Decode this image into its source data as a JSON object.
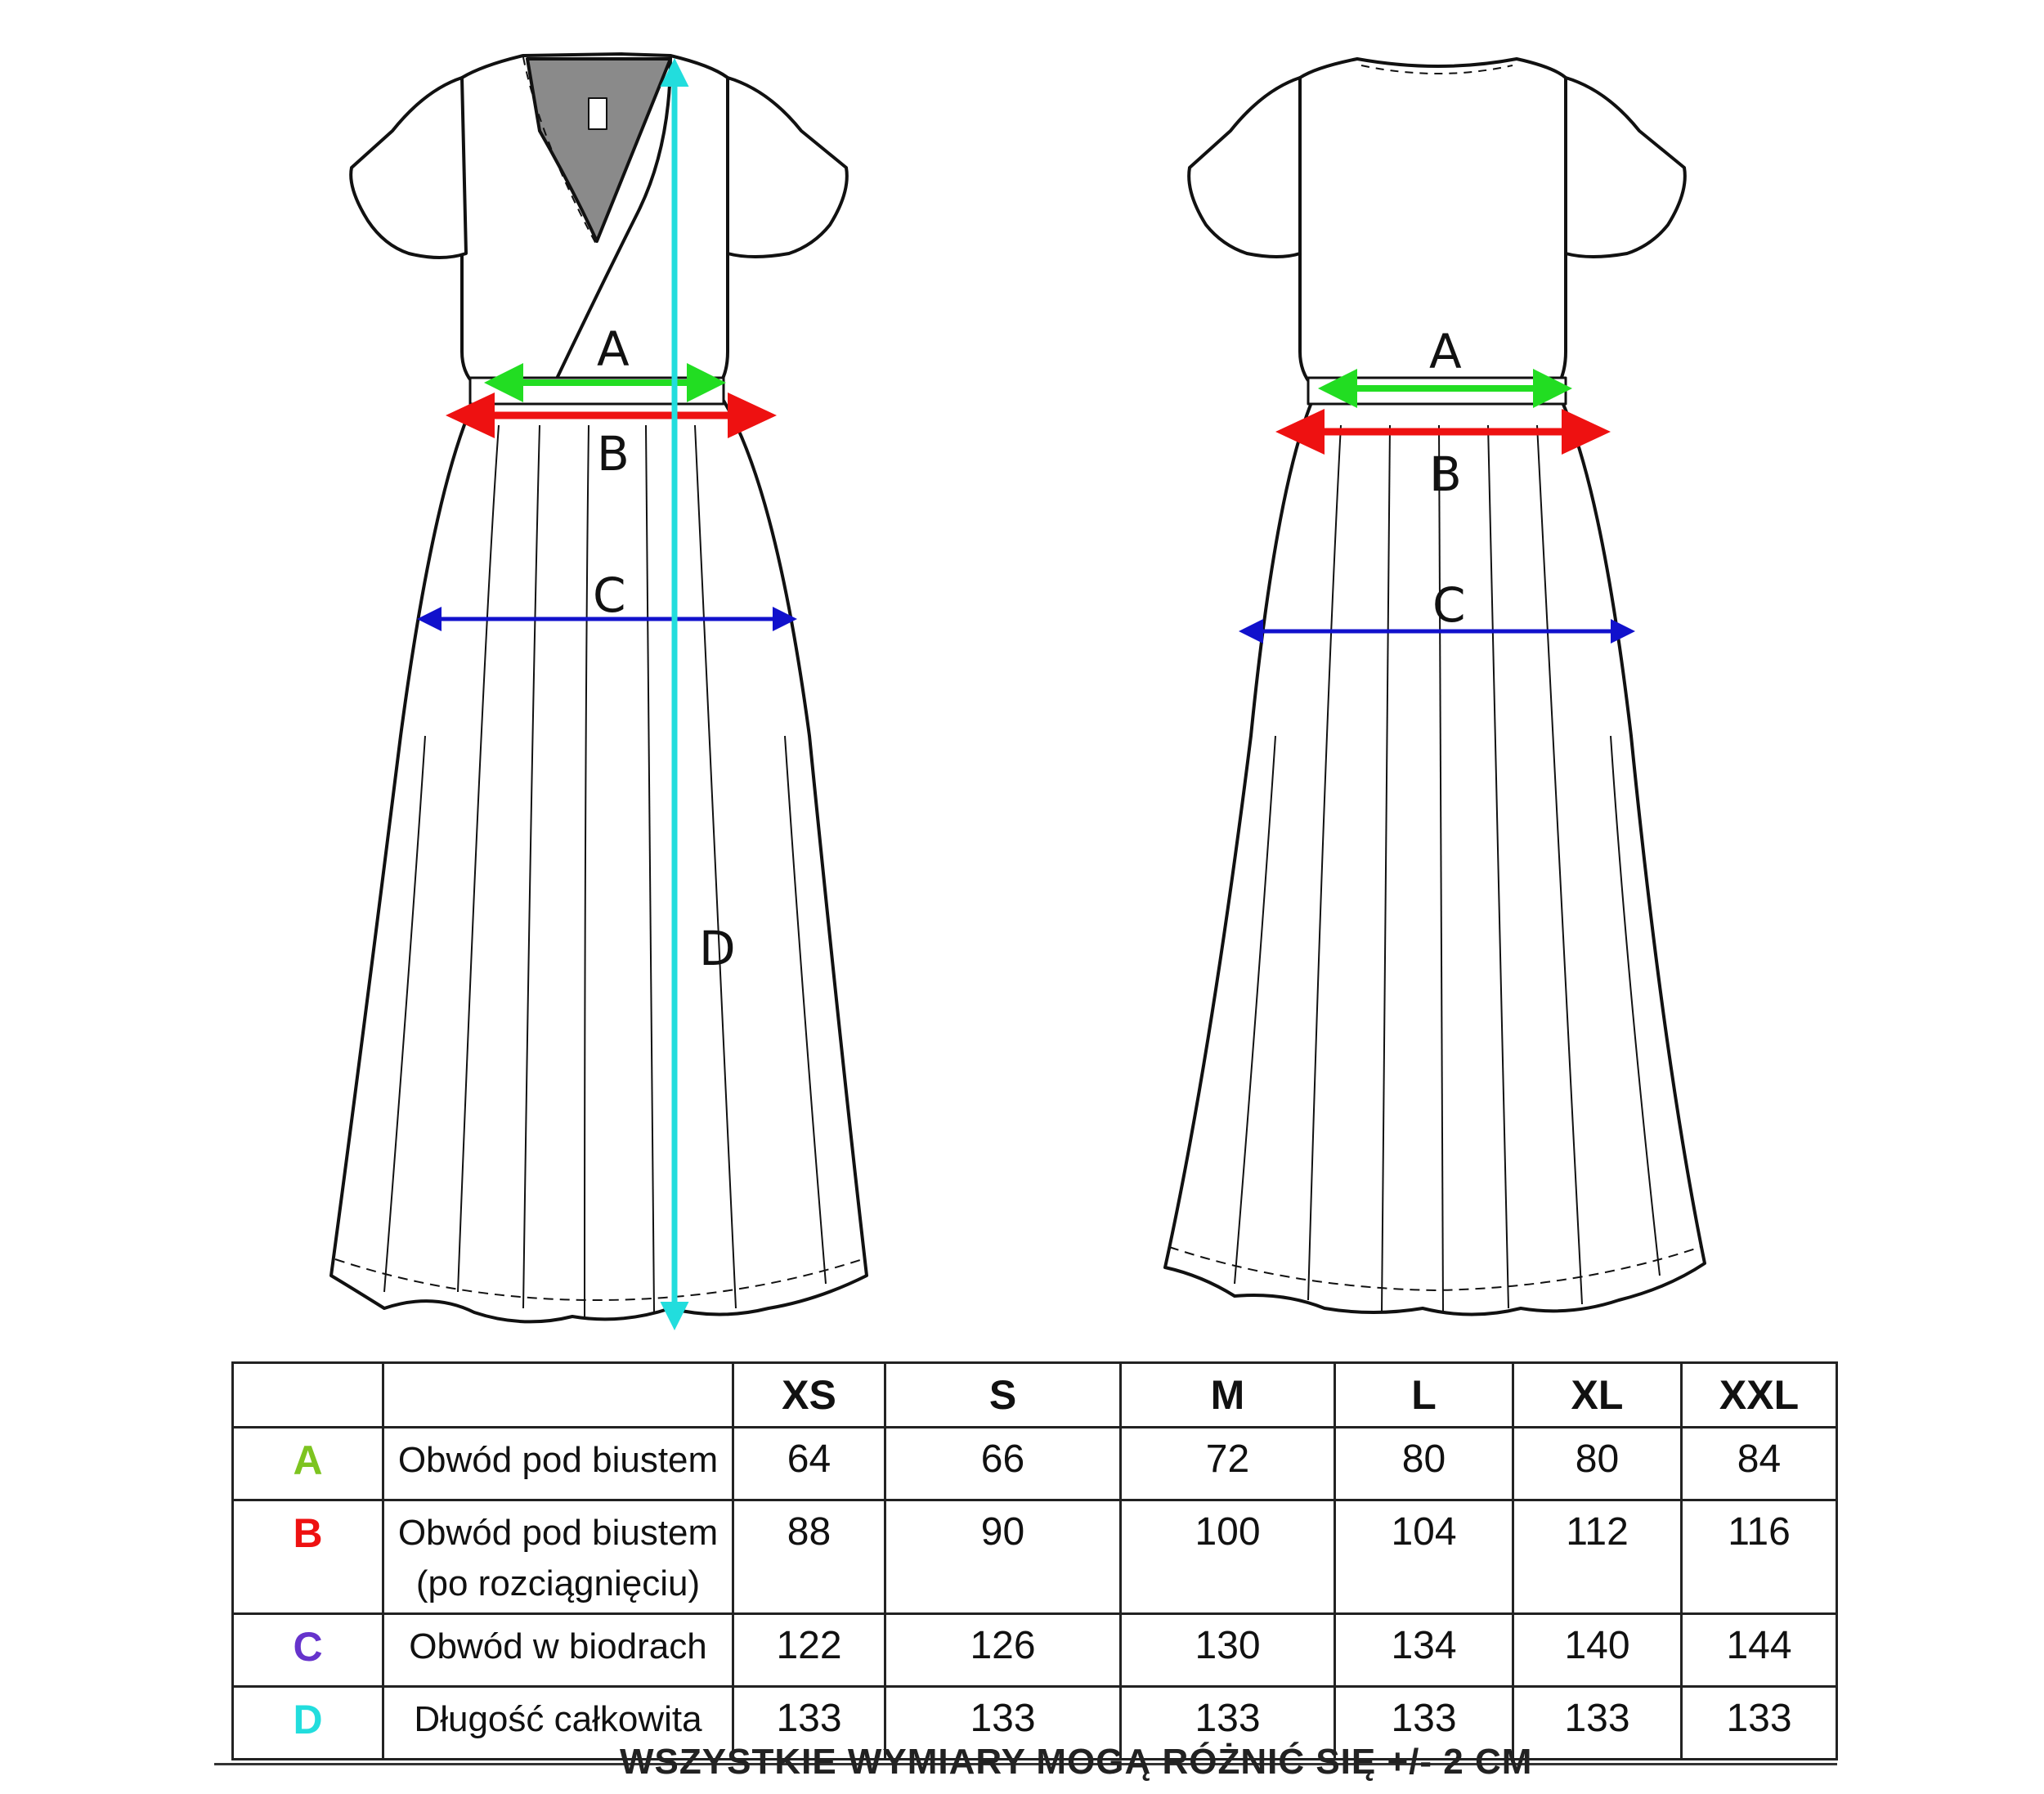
{
  "diagram": {
    "labels": {
      "a": "A",
      "b": "B",
      "c": "C",
      "d": "D"
    },
    "colors": {
      "a": "#22dd22",
      "b": "#ee1111",
      "c": "#1111cc",
      "d": "#22dddd",
      "outline": "#111111"
    }
  },
  "table": {
    "sizes": [
      "XS",
      "S",
      "M",
      "L",
      "XL",
      "XXL"
    ],
    "rows": [
      {
        "code": "A",
        "color": "#7dc420",
        "name_line1": "Obwód pod biustem",
        "name_line2": "",
        "values": [
          "64",
          "66",
          "72",
          "80",
          "80",
          "84"
        ]
      },
      {
        "code": "B",
        "color": "#ee1111",
        "name_line1": "Obwód pod biustem",
        "name_line2": "(po rozciągnięciu)",
        "values": [
          "88",
          "90",
          "100",
          "104",
          "112",
          "116"
        ]
      },
      {
        "code": "C",
        "color": "#6633cc",
        "name_line1": "Obwód w biodrach",
        "name_line2": "",
        "values": [
          "122",
          "126",
          "130",
          "134",
          "140",
          "144"
        ]
      },
      {
        "code": "D",
        "color": "#22dddd",
        "name_line1": "Długość całkowita",
        "name_line2": "",
        "values": [
          "133",
          "133",
          "133",
          "133",
          "133",
          "133"
        ]
      }
    ]
  },
  "footer_note": "WSZYSTKIE WYMIARY MOGĄ RÓŻNIĆ SIĘ +/- 2 CM"
}
